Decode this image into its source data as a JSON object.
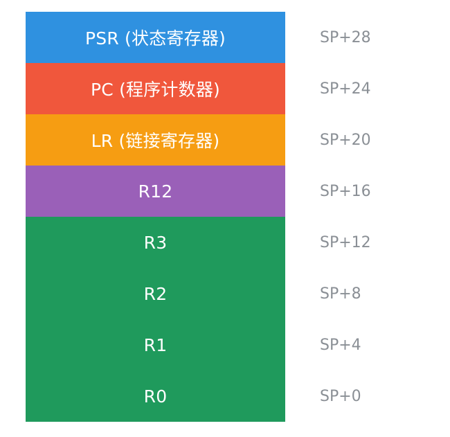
{
  "stack_frame": {
    "rows": [
      {
        "label": "PSR (状态寄存器)",
        "offset": "SP+28",
        "color": "#2f91e0"
      },
      {
        "label": "PC (程序计数器)",
        "offset": "SP+24",
        "color": "#f0573c"
      },
      {
        "label": "LR (链接寄存器)",
        "offset": "SP+20",
        "color": "#f69d12"
      },
      {
        "label": "R12",
        "offset": "SP+16",
        "color": "#9a60b8"
      },
      {
        "label": "R3",
        "offset": "SP+12",
        "color": "#1f9a5c"
      },
      {
        "label": "R2",
        "offset": "SP+8",
        "color": "#1f9a5c"
      },
      {
        "label": "R1",
        "offset": "SP+4",
        "color": "#1f9a5c"
      },
      {
        "label": "R0",
        "offset": "SP+0",
        "color": "#1f9a5c"
      }
    ]
  }
}
